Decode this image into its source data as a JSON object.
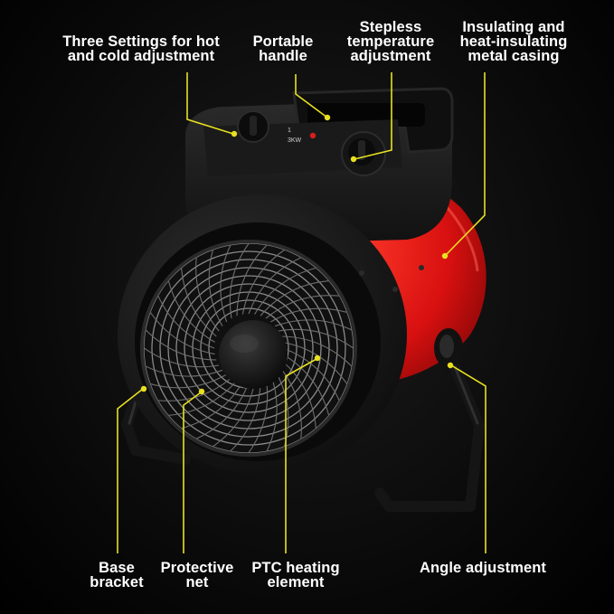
{
  "colors": {
    "background": "#000000",
    "leader_line": "#e8e020",
    "label_text": "#ffffff",
    "casing_red": "#e01515",
    "body_black": "#141414"
  },
  "product": {
    "panel_markings": [
      "3KW",
      "1"
    ]
  },
  "callouts": {
    "settings": "Three Settings for hot\nand cold adjustment",
    "handle": "Portable\nhandle",
    "thermostat": "Stepless\ntemperature\nadjustment",
    "casing": "Insulating and\nheat-insulating\nmetal casing",
    "base": "Base\nbracket",
    "net": "Protective\nnet",
    "ptc": "PTC heating\nelement",
    "angle": "Angle adjustment"
  }
}
